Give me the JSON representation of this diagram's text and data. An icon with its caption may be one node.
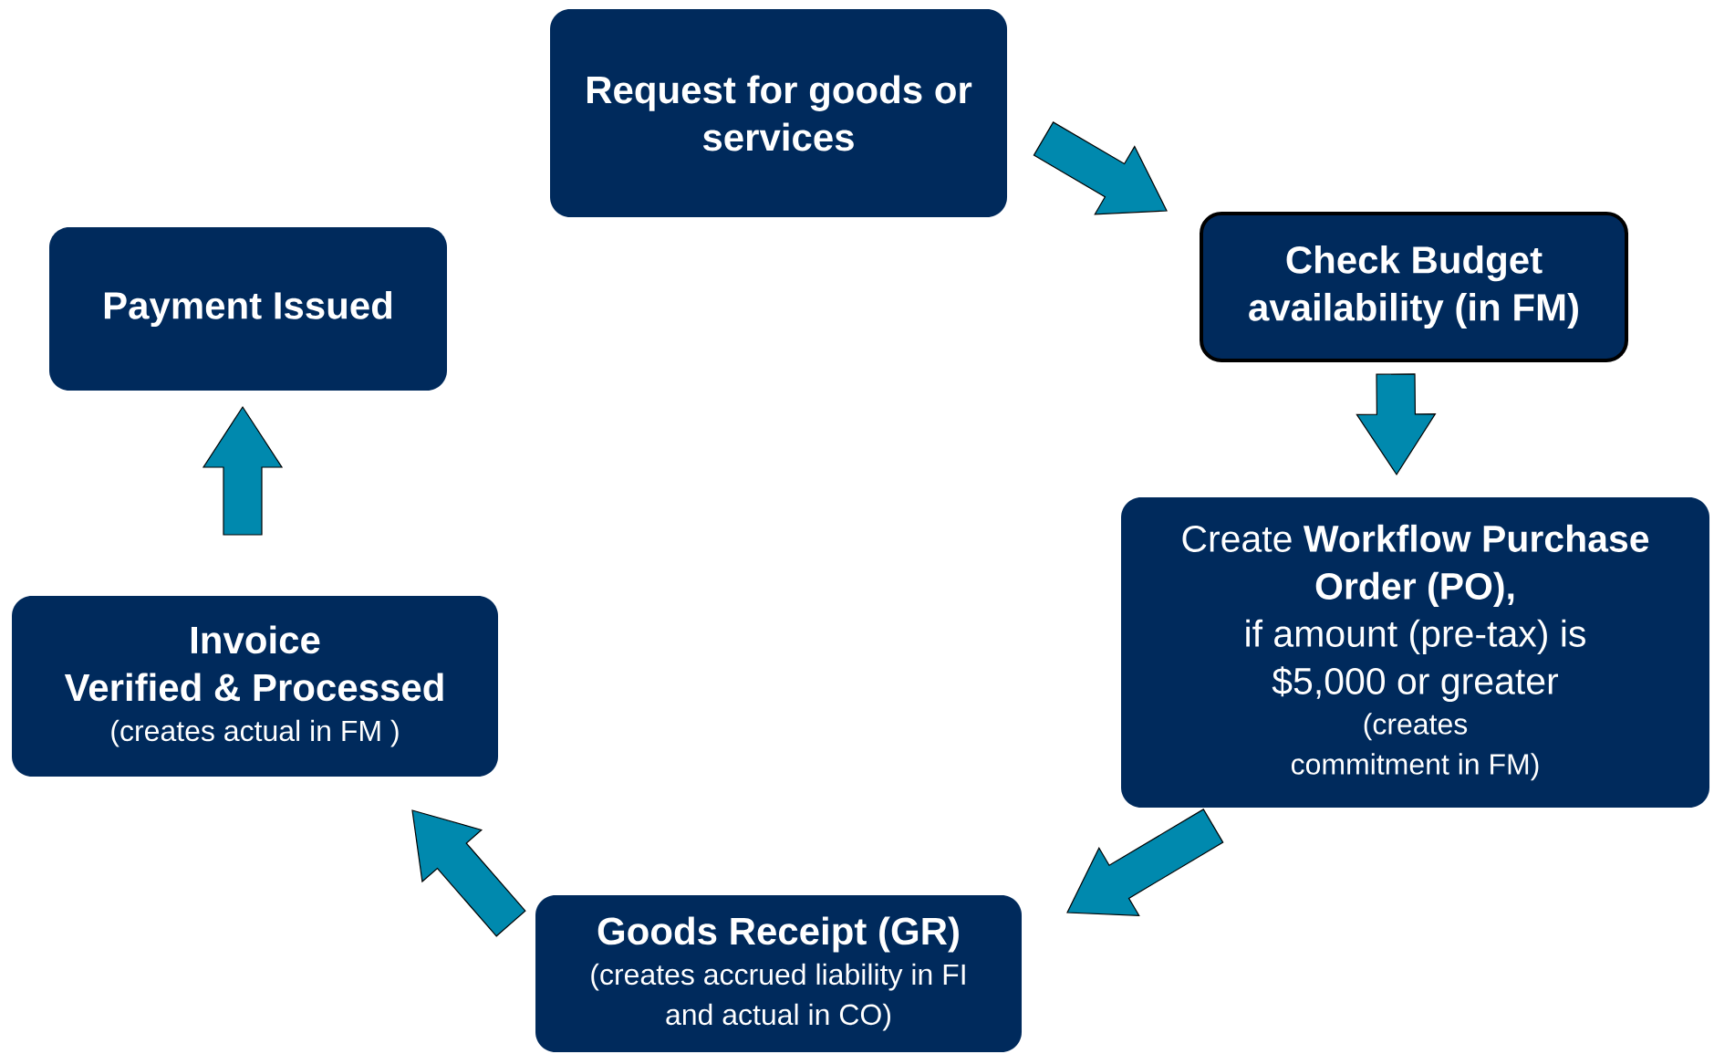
{
  "diagram": {
    "nodes": [
      {
        "text": [
          "Request for goods or services"
        ]
      },
      {
        "text": [
          "Check Budget availability (in FM)"
        ]
      },
      {
        "text": [
          "Create **Workflow Purchase Order (PO),**",
          "if amount (pre-tax) is $5,000 or greater",
          "(creates commitment in FM)"
        ]
      },
      {
        "text": [
          "Goods Receipt (GR)",
          "(creates accrued liability in FI and actual in CO)"
        ]
      },
      {
        "text": [
          "Invoice",
          "Verified & Processed",
          "(creates actual in FM )"
        ]
      },
      {
        "text": [
          "Payment Issued"
        ]
      }
    ],
    "edges": [
      {
        "from": 0,
        "to": 1,
        "arrow": "to"
      },
      {
        "from": 1,
        "to": 2,
        "arrow": "to"
      },
      {
        "from": 2,
        "to": 3,
        "arrow": "to"
      },
      {
        "from": 3,
        "to": 4,
        "arrow": "to"
      },
      {
        "from": 4,
        "to": 5,
        "arrow": "to"
      }
    ]
  }
}
